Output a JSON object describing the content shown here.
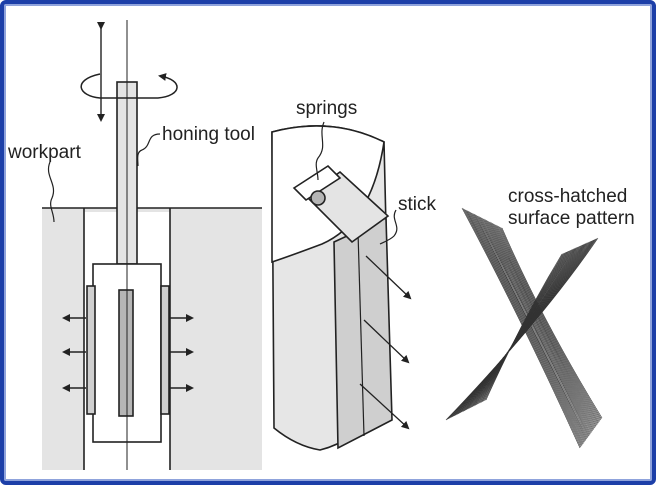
{
  "labels": {
    "workpart": "workpart",
    "honing_tool": "honing tool",
    "springs": "springs",
    "stick": "stick",
    "pattern_line1": "cross-hatched",
    "pattern_line2": "surface pattern"
  },
  "colors": {
    "frame": "#1c3fa8",
    "line": "#222222",
    "fill_light": "#e4e4e4",
    "fill_mid": "#cfcfcf",
    "fill_dark": "#b5b5b5"
  }
}
